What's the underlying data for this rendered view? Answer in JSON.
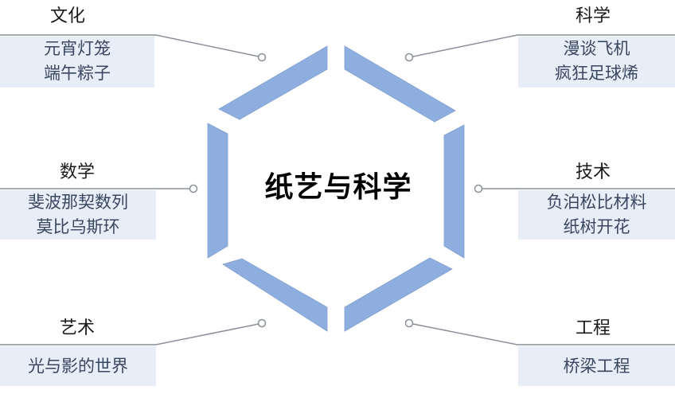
{
  "center": {
    "title": "纸艺与科学"
  },
  "colors": {
    "hexagon": "#8eaee0",
    "hexagon_stroke": "#7f9fd0",
    "box_bg": "#e8eef7",
    "line": "#8a9099"
  },
  "topics": [
    {
      "id": "culture",
      "title": "文化",
      "items": [
        "元宵灯笼",
        "端午粽子"
      ]
    },
    {
      "id": "science",
      "title": "科学",
      "items": [
        "漫谈飞机",
        "疯狂足球烯"
      ]
    },
    {
      "id": "math",
      "title": "数学",
      "items": [
        "斐波那契数列",
        "莫比乌斯环"
      ]
    },
    {
      "id": "technology",
      "title": "技术",
      "items": [
        "负泊松比材料",
        "纸树开花"
      ]
    },
    {
      "id": "art",
      "title": "艺术",
      "items": [
        "光与影的世界"
      ]
    },
    {
      "id": "engineering",
      "title": "工程",
      "items": [
        "桥梁工程"
      ]
    }
  ]
}
